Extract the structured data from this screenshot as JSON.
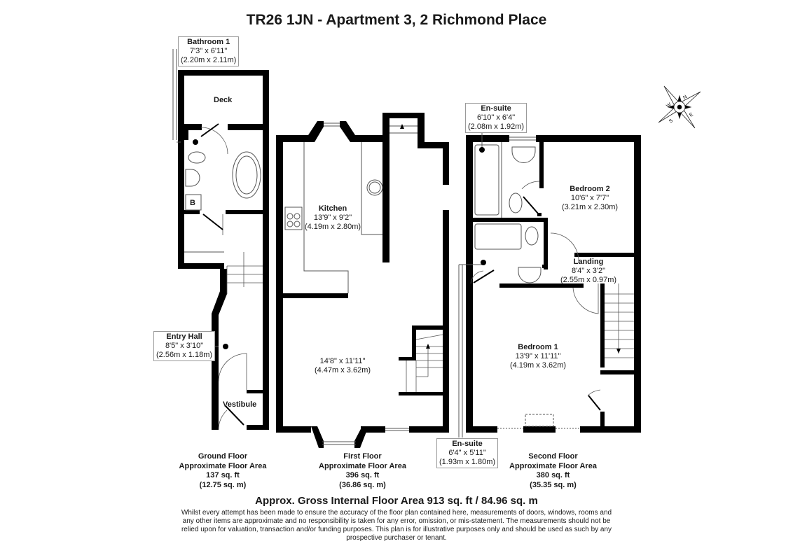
{
  "title": "TR26 1JN - Apartment 3, 2 Richmond Place",
  "compass": {
    "icon": "compass-rose-icon",
    "letters": [
      "N",
      "E",
      "S",
      "W"
    ]
  },
  "ground_floor": {
    "rooms": {
      "bathroom1": {
        "name": "Bathroom 1",
        "imperial": "7'3\" x 6'11\"",
        "metric": "(2.20m x 2.11m)"
      },
      "deck": {
        "name": "Deck"
      },
      "boiler": {
        "label": "B"
      },
      "entry_hall": {
        "name": "Entry Hall",
        "imperial": "8'5\" x 3'10\"",
        "metric": "(2.56m x 1.18m)"
      },
      "vestibule": {
        "name": "Vestibule"
      }
    },
    "summary": {
      "floor": "Ground Floor",
      "caption": "Approximate Floor Area",
      "sqft": "137 sq. ft",
      "sqm": "(12.75 sq. m)"
    }
  },
  "first_floor": {
    "rooms": {
      "kitchen": {
        "name": "Kitchen",
        "imperial": "13'9\" x 9'2\"",
        "metric": "(4.19m x 2.80m)"
      },
      "living": {
        "imperial": "14'8\" x 11'11\"",
        "metric": "(4.47m x 3.62m)"
      }
    },
    "summary": {
      "floor": "First Floor",
      "caption": "Approximate Floor Area",
      "sqft": "396 sq. ft",
      "sqm": "(36.86 sq. m)"
    }
  },
  "second_floor": {
    "rooms": {
      "ensuite_top": {
        "name": "En-suite",
        "imperial": "6'10\" x 6'4\"",
        "metric": "(2.08m x 1.92m)"
      },
      "bedroom2": {
        "name": "Bedroom 2",
        "imperial": "10'6\" x 7'7\"",
        "metric": "(3.21m x 2.30m)"
      },
      "landing": {
        "name": "Landing",
        "imperial": "8'4\" x 3'2\"",
        "metric": "(2.55m x 0.97m)"
      },
      "bedroom1": {
        "name": "Bedroom 1",
        "imperial": "13'9\" x 11'11\"",
        "metric": "(4.19m x 3.62m)"
      },
      "ensuite_bottom": {
        "name": "En-suite",
        "imperial": "6'4\" x 5'11\"",
        "metric": "(1.93m x 1.80m)"
      }
    },
    "summary": {
      "floor": "Second Floor",
      "caption": "Approximate Floor Area",
      "sqft": "380 sq. ft",
      "sqm": "(35.35 sq. m)"
    }
  },
  "gross_area": "Approx. Gross Internal Floor Area 913 sq. ft / 84.96 sq. m",
  "disclaimer": "Whilst every attempt has been made to ensure the accuracy of the floor plan contained here, measurements of doors, windows, rooms and any other items are approximate and no responsibility is taken for any error, omission, or mis-statement. The measurements should not be relied upon for valuation, transaction and/or funding purposes. This plan is for illustrative purposes only and should be used as such by any prospective purchaser or tenant.",
  "colors": {
    "wall": "#000000",
    "fixture": "#555555",
    "label_border": "#9a9a9a",
    "background": "#ffffff"
  }
}
